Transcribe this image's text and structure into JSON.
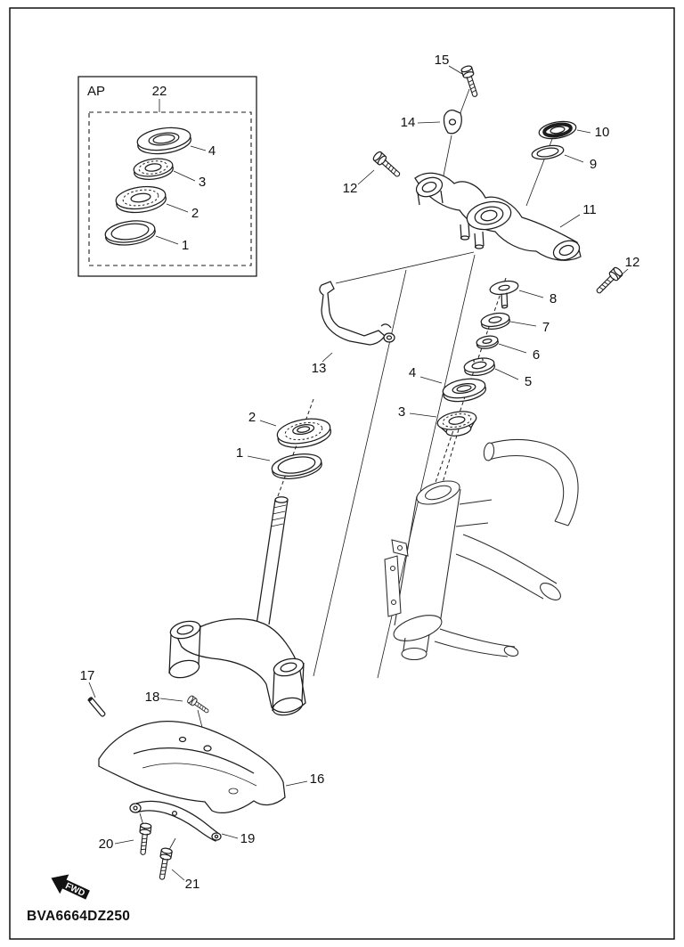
{
  "page": {
    "part_code": "BVA6664DZ250",
    "fwd_label": "FWD"
  },
  "inset": {
    "label": "AP",
    "callouts": [
      {
        "id": "inset-22",
        "label": "22"
      },
      {
        "id": "inset-4",
        "label": "4"
      },
      {
        "id": "inset-3",
        "label": "3"
      },
      {
        "id": "inset-2",
        "label": "2"
      },
      {
        "id": "inset-1",
        "label": "1"
      }
    ]
  },
  "callouts": [
    {
      "id": "main-15",
      "label": "15"
    },
    {
      "id": "main-14",
      "label": "14"
    },
    {
      "id": "main-10",
      "label": "10"
    },
    {
      "id": "main-9",
      "label": "9"
    },
    {
      "id": "main-12-left",
      "label": "12"
    },
    {
      "id": "main-11",
      "label": "11"
    },
    {
      "id": "main-12-right",
      "label": "12"
    },
    {
      "id": "main-8",
      "label": "8"
    },
    {
      "id": "main-7",
      "label": "7"
    },
    {
      "id": "main-6",
      "label": "6"
    },
    {
      "id": "main-5",
      "label": "5"
    },
    {
      "id": "main-4",
      "label": "4"
    },
    {
      "id": "main-13",
      "label": "13"
    },
    {
      "id": "main-3",
      "label": "3"
    },
    {
      "id": "main-2",
      "label": "2"
    },
    {
      "id": "main-1",
      "label": "1"
    },
    {
      "id": "main-17",
      "label": "17"
    },
    {
      "id": "main-18",
      "label": "18"
    },
    {
      "id": "main-16",
      "label": "16"
    },
    {
      "id": "main-19",
      "label": "19"
    },
    {
      "id": "main-20",
      "label": "20"
    },
    {
      "id": "main-21",
      "label": "21"
    }
  ]
}
